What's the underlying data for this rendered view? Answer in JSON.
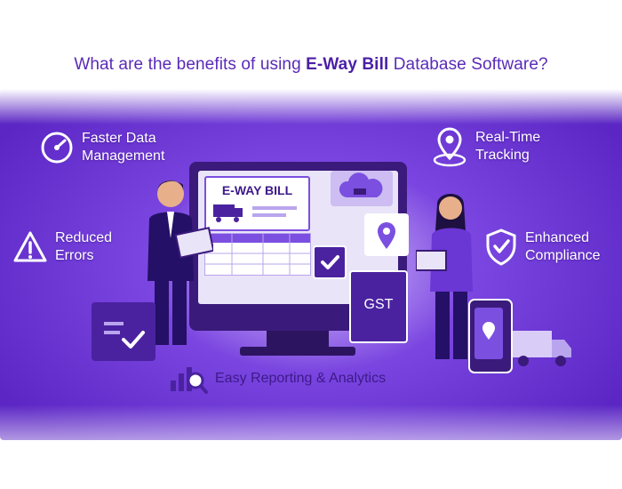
{
  "title": {
    "prefix": "What are the benefits of using ",
    "highlight": "E-Way Bill",
    "suffix": " Database Software?"
  },
  "features": {
    "faster": {
      "label": "Faster Data\nManagement",
      "icon": "speedometer-icon"
    },
    "realtime": {
      "label": "Real-Time\nTracking",
      "icon": "location-pin-icon"
    },
    "errors": {
      "label": "Reduced\nErrors",
      "icon": "warning-icon"
    },
    "compliance": {
      "label": "Enhanced\nCompliance",
      "icon": "shield-check-icon"
    },
    "reporting": {
      "label": "Easy Reporting & Analytics",
      "icon": "chart-magnifier-icon"
    }
  },
  "screen": {
    "eway_label": "E-WAY BILL",
    "gst_label": "GST"
  },
  "colors": {
    "brand": "#5a2ab8",
    "background_dark": "#5b26c4",
    "background_light": "#9b6cf0",
    "panel": "#3a1a7a"
  }
}
